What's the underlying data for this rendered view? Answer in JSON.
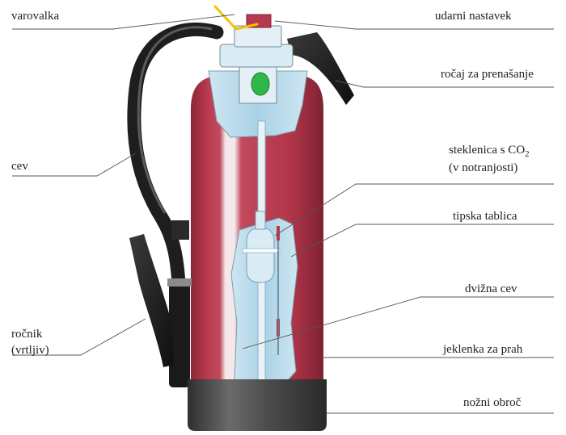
{
  "labels": {
    "varovalka": "varovalka",
    "udarni_nastavek": "udarni nastavek",
    "rocaj": "ročaj za prenašanje",
    "cev": "cev",
    "steklenica_line1": "steklenica s CO",
    "steklenica_sub": "2",
    "steklenica_line2": "(v notranjosti)",
    "tipska_tablica": "tipska tablica",
    "dvizna_cev": "dvižna cev",
    "rocnik_line1": "ročnik",
    "rocnik_line2": "(vrtljiv)",
    "jeklenka": "jeklenka za prah",
    "nozni_obroc": "nožni obroč"
  },
  "colors": {
    "body_red": "#b8394d",
    "body_dark": "#8a2838",
    "highlight": "#f5e7ea",
    "inner_blue": "#bcdcec",
    "base_gray": "#4a4a4a",
    "hose_black": "#1e1e1e",
    "valve_green": "#2fb84a",
    "pin_yellow": "#f2c200"
  }
}
